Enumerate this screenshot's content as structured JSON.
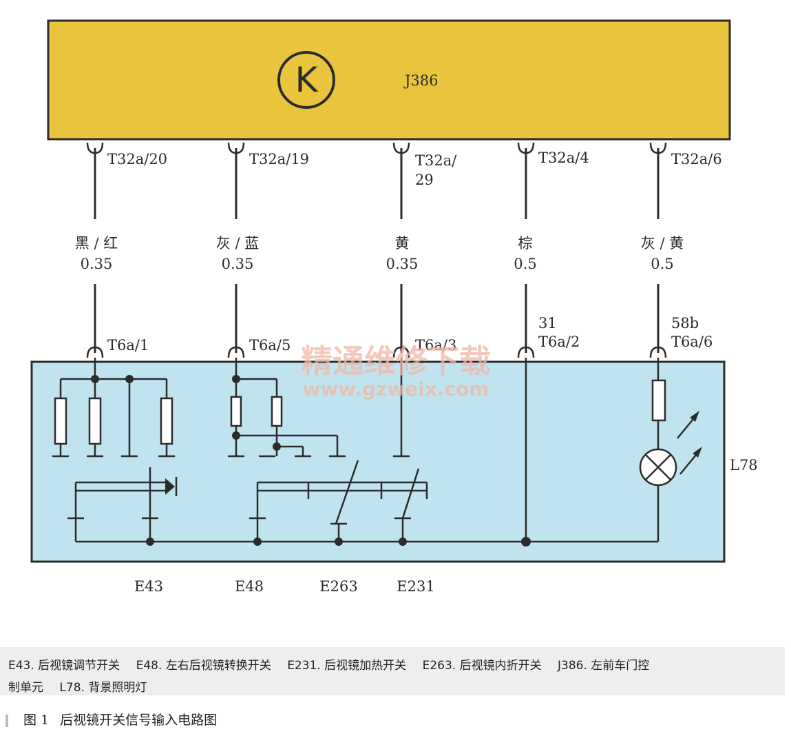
{
  "module": {
    "name": "J386",
    "symbol": "K",
    "color": "#e8c53c",
    "pins": [
      "T32a/20",
      "T32a/19",
      "T32a/",
      "T32a/4",
      "T32a/6"
    ],
    "pin3_line2": "29"
  },
  "wires": [
    {
      "color": "黑 / 红",
      "size": "0.35"
    },
    {
      "color": "灰 / 蓝",
      "size": "0.35"
    },
    {
      "color": "黄",
      "size": "0.35"
    },
    {
      "color": "棕",
      "size": "0.5"
    },
    {
      "color": "灰 / 黄",
      "size": "0.5"
    }
  ],
  "switch_unit": {
    "name": "L78",
    "color": "#bfe3ef",
    "pins": [
      "T6a/1",
      "T6a/5",
      "T6a/3",
      "T6a/2",
      "T6a/6"
    ],
    "terminal_31": "31",
    "terminal_58b": "58b"
  },
  "components": [
    "E43",
    "E48",
    "E263",
    "E231"
  ],
  "watermark": {
    "line1": "精通维修下载",
    "line2": "www.gzweix.com"
  },
  "legend": {
    "line1": [
      "E43. 后视镜调节开关",
      "E48. 左右后视镜转换开关",
      "E231. 后视镜加热开关",
      "E263. 后视镜内折开关",
      "J386. 左前车门控"
    ],
    "line2": [
      "制单元",
      "L78. 背景照明灯"
    ]
  },
  "caption": {
    "figure": "图 1",
    "title": "后视镜开关信号输入电路图"
  }
}
